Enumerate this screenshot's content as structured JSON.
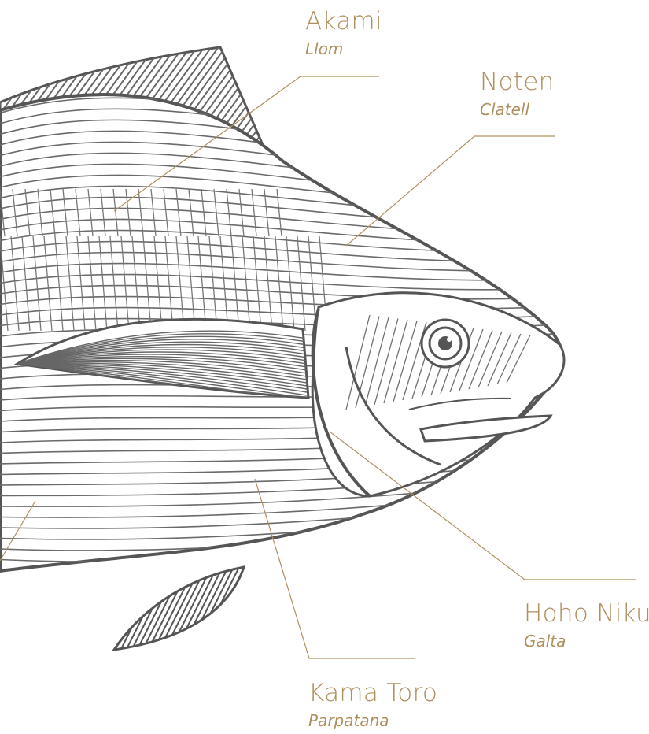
{
  "colors": {
    "accent": "#b08f5e",
    "ink": "#555555",
    "background": "#ffffff"
  },
  "illustration": {
    "subject": "tuna-fish-engraving"
  },
  "labels": [
    {
      "id": "akami",
      "name": "Akami",
      "sub": "Llom"
    },
    {
      "id": "noten",
      "name": "Noten",
      "sub": "Clatell"
    },
    {
      "id": "hoho-niku",
      "name": "Hoho Niku",
      "sub": "Galta"
    },
    {
      "id": "kama-toro",
      "name": "Kama Toro",
      "sub": "Parpatana"
    }
  ]
}
